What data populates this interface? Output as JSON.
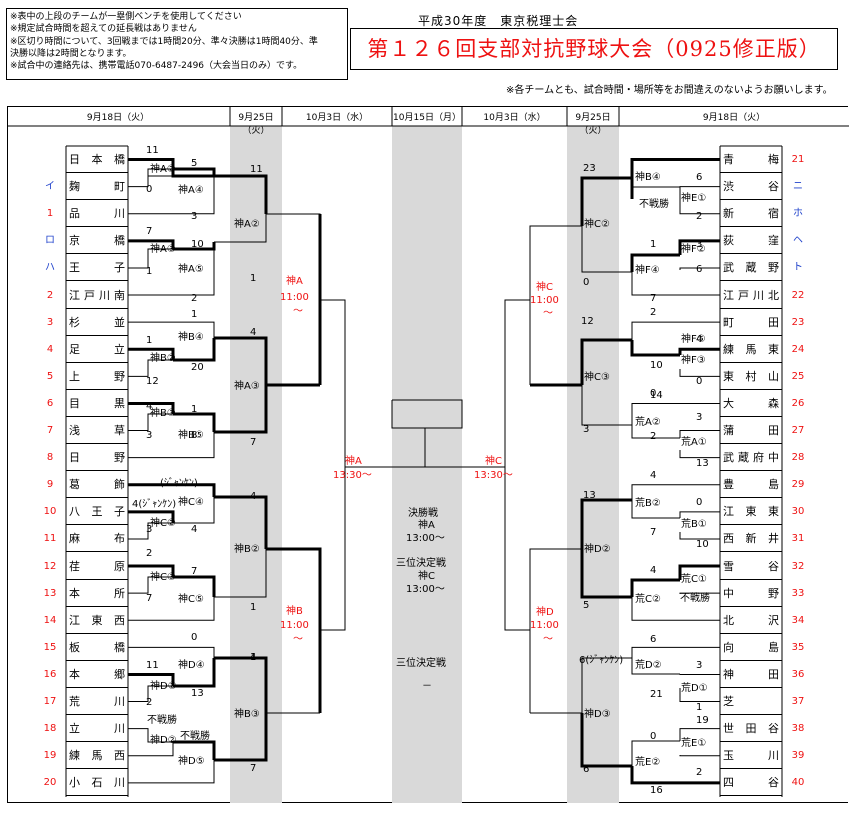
{
  "notes": [
    "※表中の上段のチームが一塁側ベンチを使用してください",
    "※規定試合時間を超えての延長戦はありません",
    "※区切り時間について、3回戦までは1時間20分、準々決勝は1時間40分、準",
    "決勝以降は2時間となります。",
    "※試合中の連絡先は、携帯電話070-6487-2496（大会当日のみ）です。"
  ],
  "header": {
    "org": "平成30年度　東京税理士会",
    "title": "第１２６回支部対抗野球大会（0925修正版）",
    "subnote": "※各チームとも、試合時間・場所等をお間違えのないようお願いします。"
  },
  "dates": {
    "left_r1": "9月18日（火）",
    "left_r2": "9月25日（火）",
    "left_r3": "10月3日（水）",
    "final": "10月15日（月）",
    "right_r3": "10月3日（水）",
    "right_r2": "9月25日（火）",
    "right_r1": "9月18日（火）"
  },
  "left_teams": [
    {
      "name": "日本橋",
      "seed": ""
    },
    {
      "name": "麹町",
      "seed": "イ"
    },
    {
      "name": "品川",
      "seed": "1"
    },
    {
      "name": "京橋",
      "seed": "ロ"
    },
    {
      "name": "王子",
      "seed": "ハ"
    },
    {
      "name": "江戸川南",
      "seed": "2"
    },
    {
      "name": "杉並",
      "seed": "3"
    },
    {
      "name": "足立",
      "seed": "4"
    },
    {
      "name": "上野",
      "seed": "5"
    },
    {
      "name": "目黒",
      "seed": "6"
    },
    {
      "name": "浅草",
      "seed": "7"
    },
    {
      "name": "日野",
      "seed": "8"
    },
    {
      "name": "葛飾",
      "seed": "9"
    },
    {
      "name": "八王子",
      "seed": "10"
    },
    {
      "name": "麻布",
      "seed": "11"
    },
    {
      "name": "荏原",
      "seed": "12"
    },
    {
      "name": "本所",
      "seed": "13"
    },
    {
      "name": "江東西",
      "seed": "14"
    },
    {
      "name": "板橋",
      "seed": "15"
    },
    {
      "name": "本郷",
      "seed": "16"
    },
    {
      "name": "荒川",
      "seed": "17"
    },
    {
      "name": "立川",
      "seed": "18"
    },
    {
      "name": "練馬西",
      "seed": "19"
    },
    {
      "name": "小石川",
      "seed": "20"
    }
  ],
  "right_teams": [
    {
      "name": "青梅",
      "seed": "21"
    },
    {
      "name": "渋谷",
      "seed": "ニ"
    },
    {
      "name": "新宿",
      "seed": "ホ"
    },
    {
      "name": "荻窪",
      "seed": "ヘ"
    },
    {
      "name": "武蔵野",
      "seed": "ト"
    },
    {
      "name": "江戸川北",
      "seed": "22"
    },
    {
      "name": "町田",
      "seed": "23"
    },
    {
      "name": "練馬東",
      "seed": "24"
    },
    {
      "name": "東村山",
      "seed": "25"
    },
    {
      "name": "大森",
      "seed": "26"
    },
    {
      "name": "蒲田",
      "seed": "27"
    },
    {
      "name": "武蔵府中",
      "seed": "28"
    },
    {
      "name": "豊島",
      "seed": "29"
    },
    {
      "name": "江東東",
      "seed": "30"
    },
    {
      "name": "西新井",
      "seed": "31"
    },
    {
      "name": "雪谷",
      "seed": "32"
    },
    {
      "name": "中野",
      "seed": "33"
    },
    {
      "name": "北沢",
      "seed": "34"
    },
    {
      "name": "向島",
      "seed": "35"
    },
    {
      "name": "神田",
      "seed": "36"
    },
    {
      "name": "芝",
      "seed": "37"
    },
    {
      "name": "世田谷",
      "seed": "38"
    },
    {
      "name": "玉川",
      "seed": "39"
    },
    {
      "name": "四谷",
      "seed": "40"
    }
  ],
  "venues": {
    "vA2": "神A②",
    "vA4": "神A④",
    "vA3": "神A③",
    "vA5": "神A⑤",
    "vB4": "神B④",
    "vB2": "神B②",
    "vB3": "神B③",
    "vB5": "神B⑤",
    "vC4": "神C④",
    "vC2": "神C②",
    "vC3": "神C③",
    "vC5": "神C⑤",
    "vD4": "神D④",
    "vD2": "神D②",
    "vD5": "神D⑤",
    "vA2b": "神A②",
    "vA3b": "神A③",
    "vB2b": "神B②",
    "vB3b": "神B③",
    "rB4": "神B④",
    "rE1": "神E①",
    "rF2": "神F②",
    "rF4": "神F④",
    "rF5": "神F⑤",
    "rF3": "神F③",
    "rA2": "荒A②",
    "rA1": "荒A①",
    "rB2": "荒B②",
    "rB1": "荒B①",
    "rC1": "荒C①",
    "rC2": "荒C②",
    "rD2": "荒D②",
    "rD1": "荒D①",
    "rE1b": "荒E①",
    "rE2": "荒E②",
    "rC2b": "神C②",
    "rC3b": "神C③",
    "rD2b": "神D②",
    "rD3b": "神D③"
  },
  "scores": {
    "s1": "11",
    "s2": "0",
    "s3": "5",
    "s4": "3",
    "s5": "11",
    "s6": "1",
    "s7": "7",
    "s8": "1",
    "s9": "10",
    "s10": "2",
    "s11": "1",
    "s12": "1",
    "s13": "12",
    "s14": "20",
    "s15": "4",
    "s16": "7",
    "s17": "4",
    "s18": "3",
    "s19": "1",
    "s20": "8",
    "s21": "4",
    "s22": "2",
    "s23": "7",
    "s24": "3",
    "s25": "7",
    "s26": "4",
    "s27": "1",
    "s28": "0",
    "s29": "11",
    "s30": "2",
    "s31": "13",
    "s32": "1",
    "s33": "4",
    "s34": "7",
    "r1": "23",
    "r2": "6",
    "r3": "2",
    "r4": "0",
    "r5": "1",
    "r6": "3",
    "r7": "6",
    "r8": "7",
    "r9": "2",
    "r10": "4",
    "r11": "0",
    "r12": "10",
    "r13": "12",
    "r14": "0",
    "r15": "14",
    "r16": "3",
    "r17": "2",
    "r18": "13",
    "r19": "4",
    "r20": "13",
    "r21": "0",
    "r22": "7",
    "r23": "10",
    "r24": "4",
    "r25": "3",
    "r26": "5",
    "r27": "6",
    "r28": "3",
    "r29": "21",
    "r30": "1",
    "r31": "19",
    "r32": "0",
    "r33": "2",
    "r34": "6",
    "r35": "16"
  },
  "special": {
    "janken": "(ｼﾞｬﾝｹﾝ)",
    "janken2": "6(ｼﾞｬﾝｹﾝ)",
    "janken3": "4(ｼﾞｬﾝｹﾝ)",
    "fusen": "不戦勝"
  },
  "times": {
    "qA_v": "神A",
    "qA_t": "11:00",
    "qB_v": "神B",
    "qB_t": "11:00",
    "qC_v": "神C",
    "qC_t": "11:00",
    "qD_v": "神D",
    "qD_t": "11:00",
    "sA_v": "神A",
    "sA_t": "13:30〜",
    "sC_v": "神C",
    "sC_t": "13:30〜",
    "tilde": "〜"
  },
  "final": {
    "l1": "決勝戦",
    "l2": "神A",
    "l3": "13:00〜",
    "l4": "三位決定戦",
    "l5": "神C",
    "l6": "13:00〜",
    "l7": "三位決定戦",
    "l8": "－"
  }
}
